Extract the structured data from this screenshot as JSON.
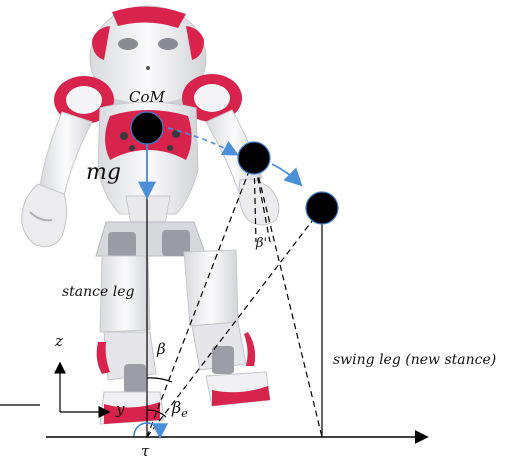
{
  "labels": {
    "com": "CoM",
    "gravity": "mg",
    "stance_leg": "stance leg",
    "swing_leg": "swing leg (new stance)",
    "axis_z": "z",
    "axis_y": "y",
    "beta": "β",
    "beta_prime": "β'",
    "beta_e": "β",
    "beta_e_sub": "e",
    "tau": "τ"
  },
  "colors": {
    "robot_white": "#f1f1f3",
    "robot_red": "#d8234d",
    "robot_shadow": "#bfc0c6",
    "com_point": "#000000",
    "com_outline": "#3b7fd0",
    "arrow_blue": "#4a8fd8",
    "line": "#000000"
  },
  "icons": {
    "robot": "humanoid-robot-illustration",
    "com_markers": "filled-circle"
  }
}
